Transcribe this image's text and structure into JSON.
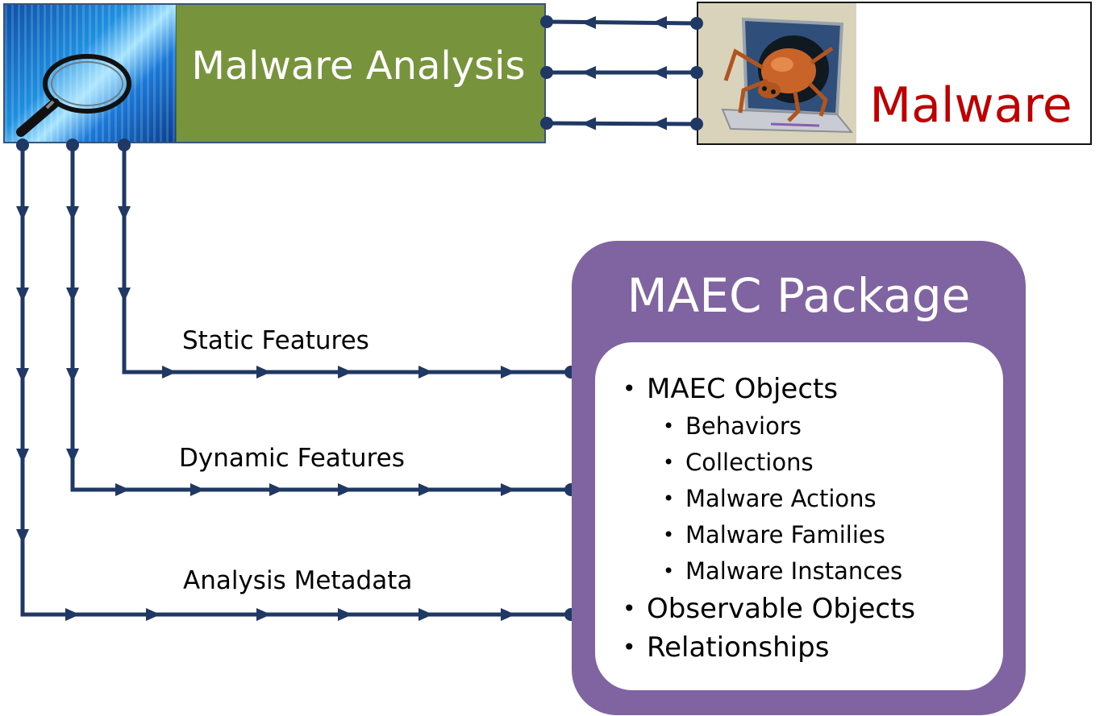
{
  "analysis": {
    "title": "Malware Analysis",
    "image_icon": "magnifying-glass-over-binary-icon",
    "fill": "#77933c",
    "border": "#36557a"
  },
  "malware": {
    "title": "Malware",
    "title_color": "#c00000",
    "image_icon": "bug-emerging-from-laptop-icon"
  },
  "connectors": {
    "color": "#1f3864",
    "static_label": "Static Features",
    "dynamic_label": "Dynamic Features",
    "metadata_label": "Analysis Metadata"
  },
  "maec": {
    "title": "MAEC Package",
    "fill": "#8064a2",
    "items": [
      {
        "label": "MAEC Objects",
        "level": 1
      },
      {
        "label": "Behaviors",
        "level": 2
      },
      {
        "label": "Collections",
        "level": 2
      },
      {
        "label": "Malware Actions",
        "level": 2
      },
      {
        "label": "Malware Families",
        "level": 2
      },
      {
        "label": "Malware Instances",
        "level": 2
      },
      {
        "label": "Observable Objects",
        "level": 1
      },
      {
        "label": "Relationships",
        "level": 1
      }
    ]
  }
}
